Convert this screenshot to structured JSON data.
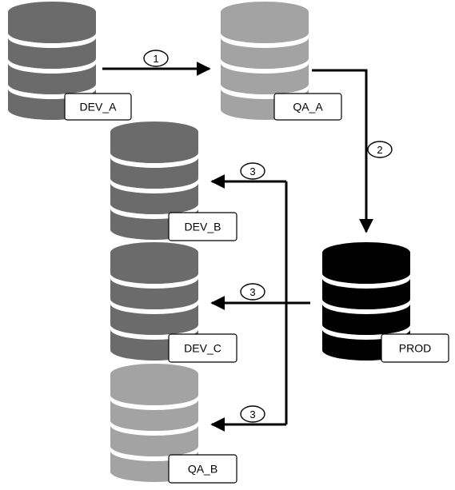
{
  "databases": [
    {
      "id": "dev_a",
      "label": "DEV_A",
      "color": "#6b6b6b"
    },
    {
      "id": "qa_a",
      "label": "QA_A",
      "color": "#a3a3a3"
    },
    {
      "id": "dev_b",
      "label": "DEV_B",
      "color": "#6b6b6b"
    },
    {
      "id": "dev_c",
      "label": "DEV_C",
      "color": "#6b6b6b"
    },
    {
      "id": "prod",
      "label": "PROD",
      "color": "#000000"
    },
    {
      "id": "qa_b",
      "label": "QA_B",
      "color": "#a3a3a3"
    }
  ],
  "steps": [
    {
      "label": "1"
    },
    {
      "label": "2"
    },
    {
      "label": "3"
    },
    {
      "label": "3"
    },
    {
      "label": "3"
    }
  ]
}
